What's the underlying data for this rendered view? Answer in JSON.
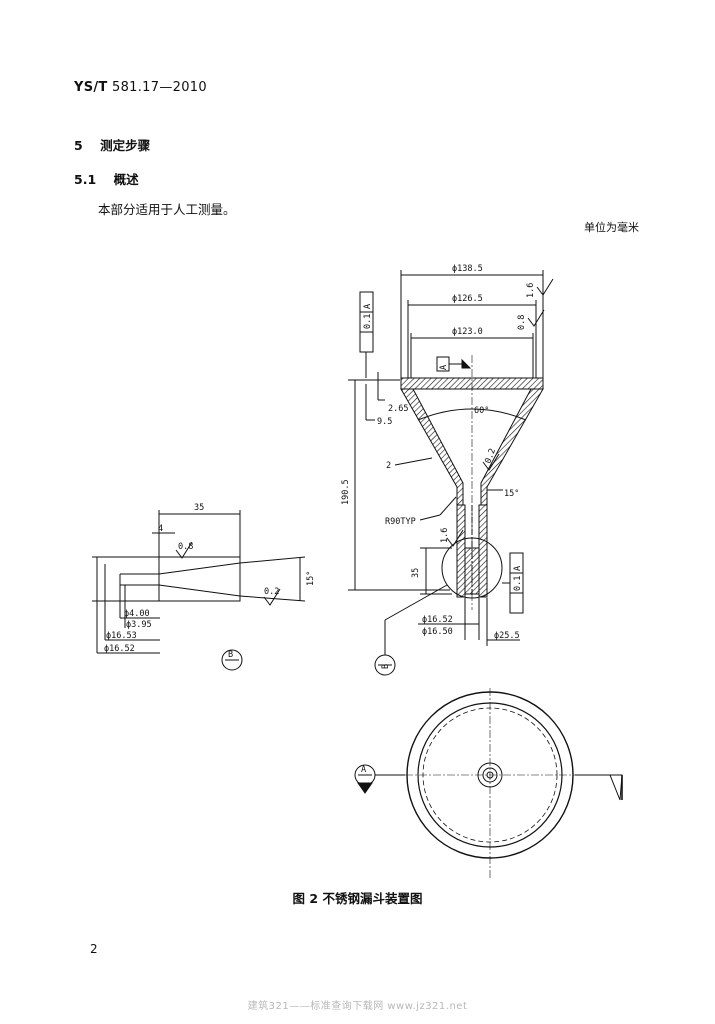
{
  "header": {
    "standard_code": "YS/T",
    "standard_number": "581.17—2010"
  },
  "section": {
    "number": "5",
    "title": "测定步骤"
  },
  "subsection": {
    "number": "5.1",
    "title": "概述"
  },
  "paragraph": "本部分适用于人工测量。",
  "unit_note": "单位为毫米",
  "figure": {
    "caption": "图 2   不锈钢漏斗装置图",
    "dimensions": {
      "d_outer": "ϕ138.5",
      "d_mid": "ϕ126.5",
      "d_inner": "ϕ123.0",
      "rough_16": "1.6",
      "rough_08": "0.8",
      "rough_02": "0.2",
      "tol_01": "0.1",
      "datum_a": "A",
      "thk_265": "2.65",
      "thk_95": "9.5",
      "angle_60": "60°",
      "label_2": "2",
      "angle_15": "15°",
      "height_190": "190.5",
      "r90": "R90TYP",
      "len_35": "35",
      "d_1652": "ϕ16.52",
      "d_1650": "ϕ16.50",
      "d_255": "ϕ25.5",
      "detail_35": "35",
      "detail_4": "4",
      "detail_15": "15°",
      "d_400": "ϕ4.00",
      "d_395": "ϕ3.95",
      "d_1653": "ϕ16.53",
      "d_1652b": "ϕ16.52",
      "view_b": "B",
      "view_a": "A"
    }
  },
  "page_number": "2",
  "watermark": "建筑321——标准查询下载网      www.jz321.net"
}
